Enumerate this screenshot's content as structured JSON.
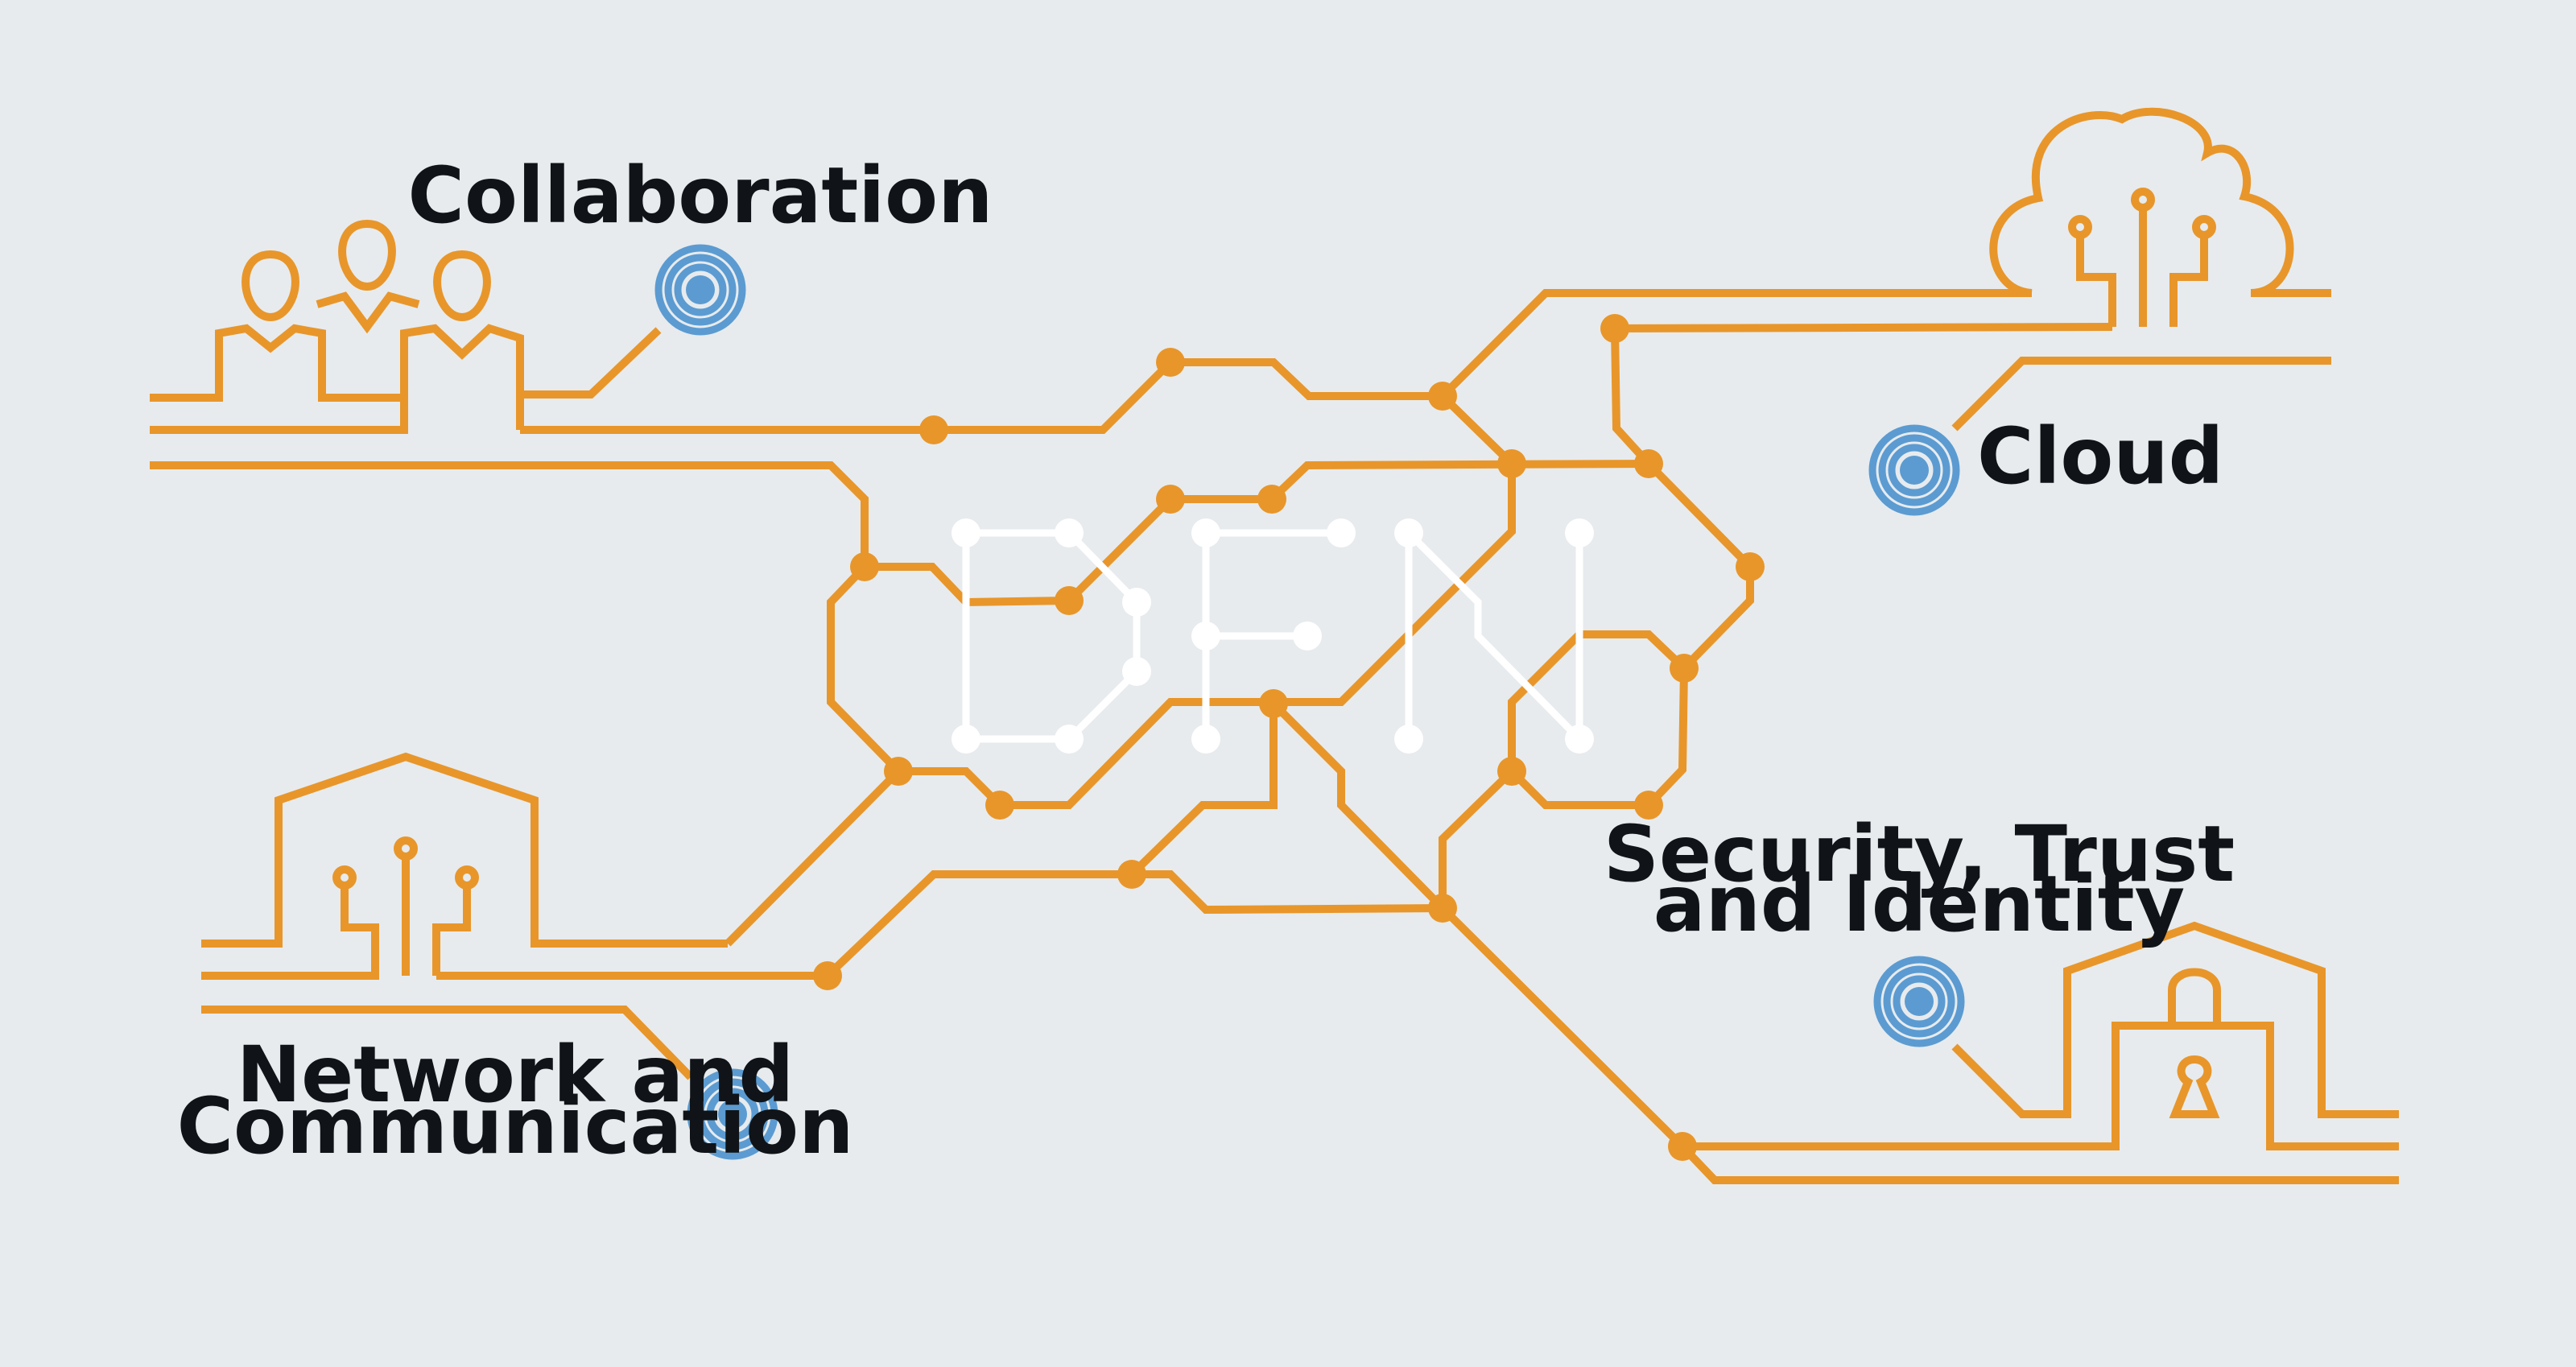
{
  "labels": {
    "collaboration": "Collaboration",
    "cloud": "Cloud",
    "security_line1": "Security, Trust",
    "security_line2": "and Identity",
    "network_line1": "Network and",
    "network_line2": "Communication"
  },
  "icons": [
    "people-icon",
    "cloud-icon",
    "house-icon",
    "lock-house-icon",
    "target-icon"
  ],
  "colors": {
    "background": "#e7ebee",
    "wire": "#e8962a",
    "dfn": "#ffffff",
    "accent": "#5b9bd1",
    "text": "#101418"
  }
}
